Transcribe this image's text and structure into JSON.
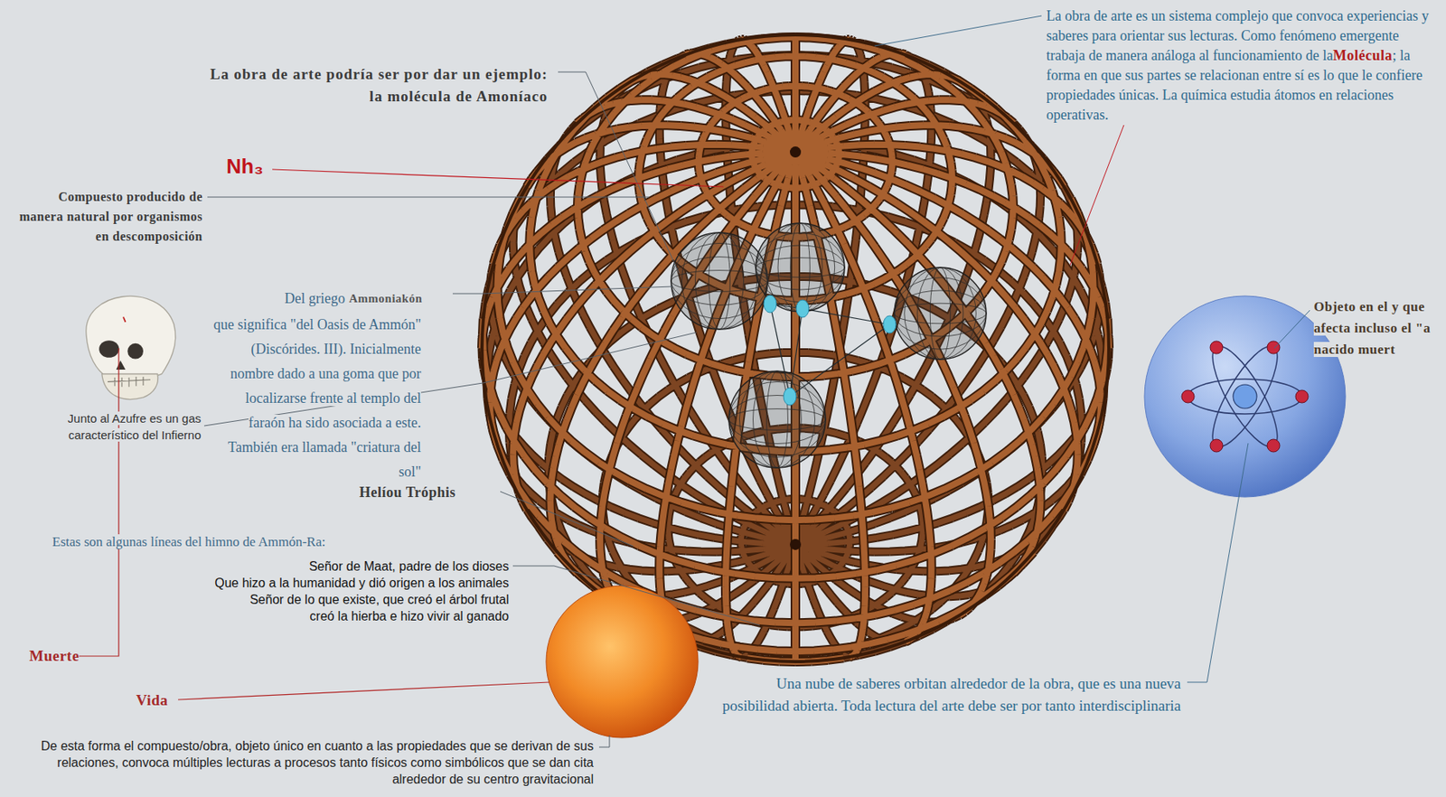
{
  "diagram": {
    "labels": [
      "La obra de arte podría ser por dar un ejemplo: la molécula de Amoníaco",
      "La obra de arte es un sistema complejo que convoca experiencias y saberes para orientar sus lecturas. Como fenómeno emergente trabaja de manera análoga al funcionamiento de la",
      "Molécula",
      "; la forma en que sus partes se relacionan entre sí es lo que le confiere propiedades únicas. La química estudia átomos en relaciones operativas.",
      "Nh₃",
      "Compuesto producido de manera natural por organismos en descomposición",
      "Del griego",
      "Ammoniakón",
      "que significa \"del Oasis de Ammón\" (Discórides. III). Inicialmente nombre dado a una goma que por localizarse frente al templo del faraón ha sido asociada a este. También era llamada \"criatura del sol\"",
      "Helíou Tróphis",
      "Objeto en el y que afecta incluso el \"a nacido muert",
      "Junto al Azufre es un gas característico del Infierno",
      "Estas son algunas líneas del himno de Ammón-Ra:",
      "Señor de Maat, padre de los dioses",
      "Que hizo a la humanidad y dió origen a los animales",
      "Señor de lo que existe, que creó el árbol frutal",
      "creó la hierba e hizo vivir al ganado",
      "Muerte",
      "Vida",
      "Una nube de saberes orbitan alrededor de la obra, que es una nueva posibilidad abierta. Toda lectura del arte debe ser por tanto interdisciplinaria",
      "De esta forma el compuesto/obra, objeto único en cuanto a las propiedades que se derivan de sus relaciones, convoca múltiples lecturas a procesos tanto físicos como simbólicos que se dan cita alrededor de su centro gravitacional"
    ]
  }
}
